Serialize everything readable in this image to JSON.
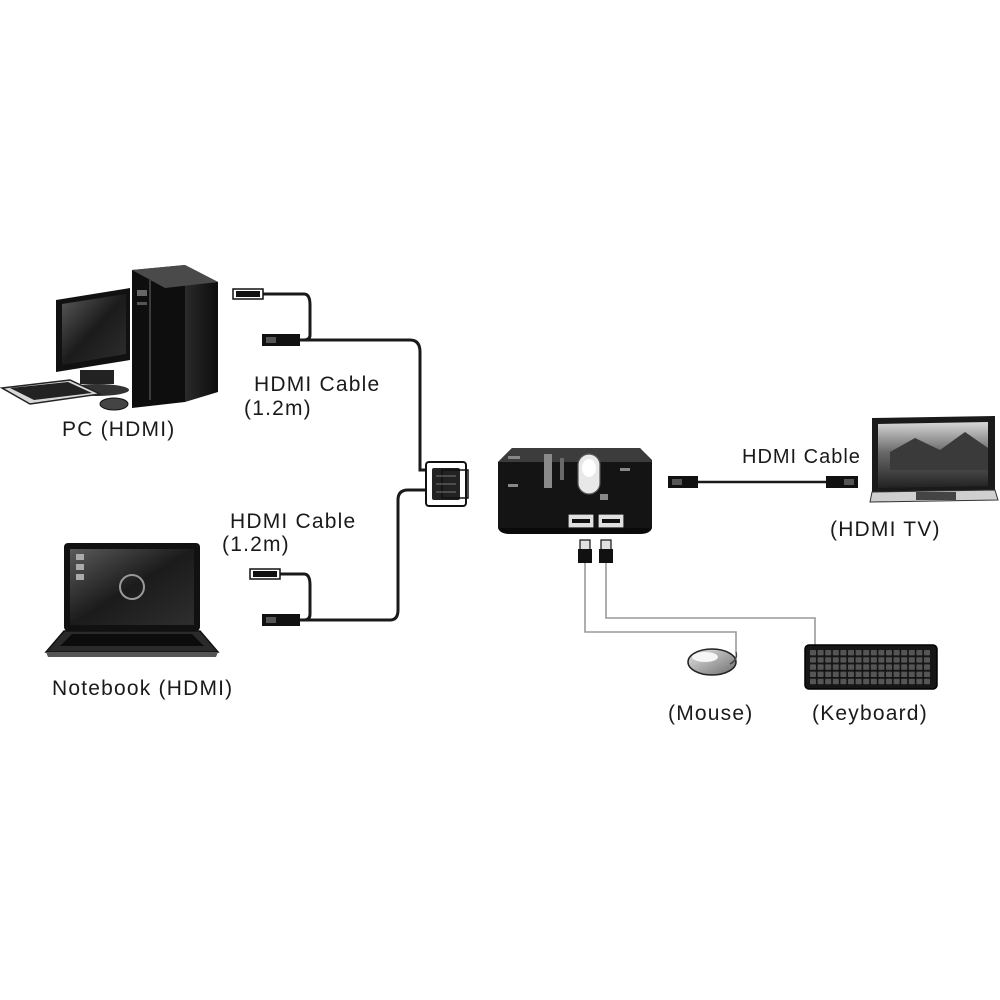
{
  "devices": {
    "pc": {
      "label": "PC (HDMI)",
      "icon": "desktop-pc-icon"
    },
    "notebook": {
      "label": "Notebook (HDMI)",
      "icon": "laptop-icon"
    },
    "tv": {
      "label": "(HDMI TV)",
      "icon": "tv-icon"
    },
    "mouse": {
      "label": "(Mouse)",
      "icon": "mouse-icon"
    },
    "keyboard": {
      "label": "(Keyboard)",
      "icon": "keyboard-icon"
    },
    "switch": {
      "icon": "kvm-switch-icon"
    }
  },
  "cables": {
    "pc_cable": {
      "name": "HDMI Cable",
      "length": "(1.2m)"
    },
    "notebook_cable": {
      "name": "HDMI Cable",
      "length": "(1.2m)"
    },
    "tv_cable": {
      "name": "HDMI Cable"
    }
  },
  "colors": {
    "device": "#111111",
    "cable": "#1a1a1a",
    "usb_line": "#9a9a9a",
    "background": "#ffffff"
  }
}
